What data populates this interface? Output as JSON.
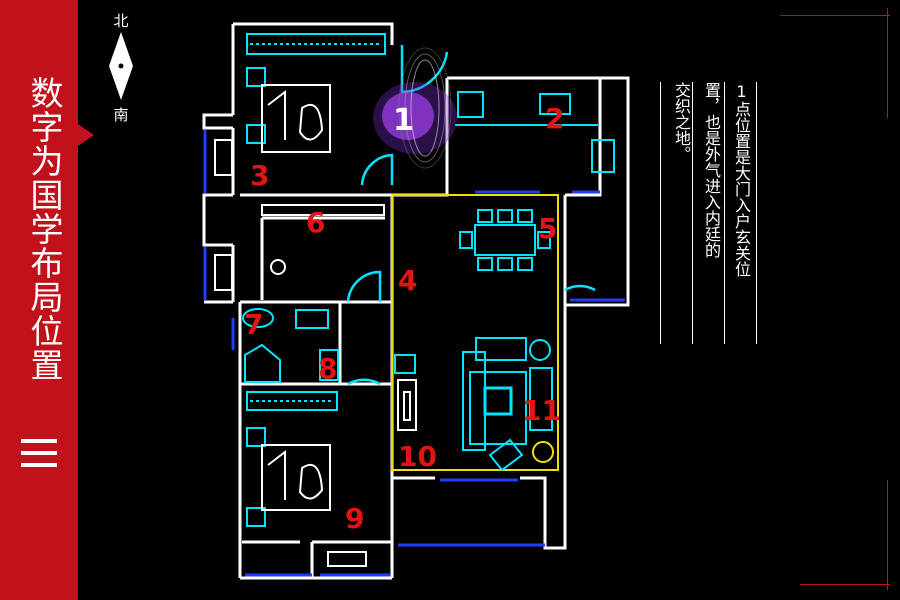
{
  "sidebar": {
    "title": "数字为国学布局位置"
  },
  "compass": {
    "north": "北",
    "south": "南"
  },
  "note": {
    "lines": [
      "1点位置是大门入户玄关位",
      "置，也是外气进入内廷的",
      "交织之地。"
    ]
  },
  "plan": {
    "labels": [
      "1",
      "2",
      "3",
      "4",
      "5",
      "6",
      "7",
      "8",
      "9",
      "10",
      "11"
    ]
  },
  "colors": {
    "sidebar": "#c1121c",
    "wall": "#ffffff",
    "furniture": "#00e5ff",
    "highlight": "#f0e000",
    "window": "#1f3cff",
    "number": "#e51414",
    "marker": "#7a2ccf"
  }
}
